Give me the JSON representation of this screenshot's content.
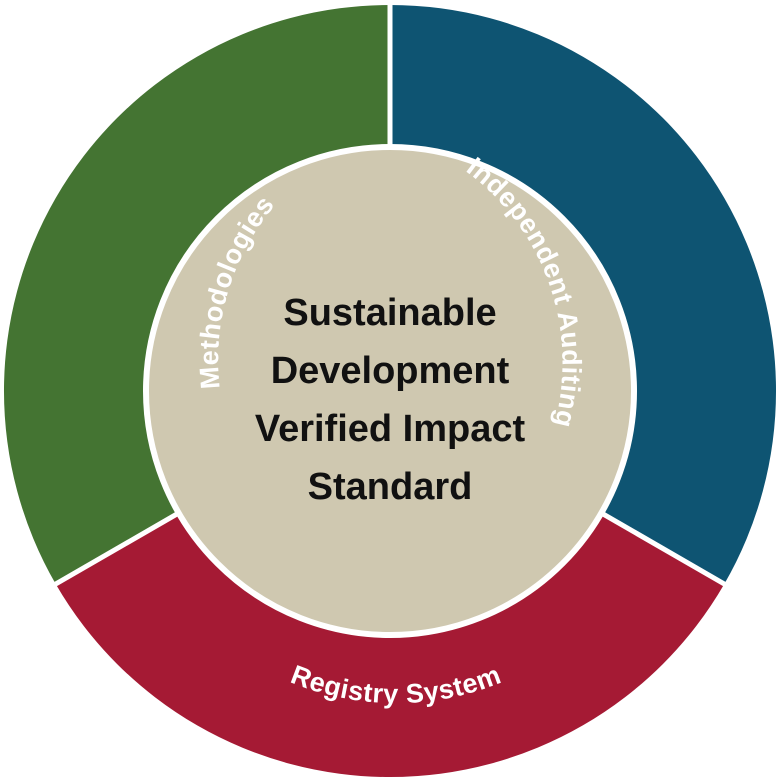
{
  "center": {
    "lines": [
      "Sustainable",
      "Development",
      "Verified Impact",
      "Standard"
    ],
    "color": "#CFC8B0"
  },
  "segments": [
    {
      "key": "methodologies",
      "label": "Methodologies",
      "color": "#447432"
    },
    {
      "key": "independent-auditing",
      "label": "Independent Auditing",
      "color": "#0E5472"
    },
    {
      "key": "registry-system",
      "label": "Registry System",
      "color": "#A51A34"
    }
  ],
  "divider_color": "#FFFFFF"
}
